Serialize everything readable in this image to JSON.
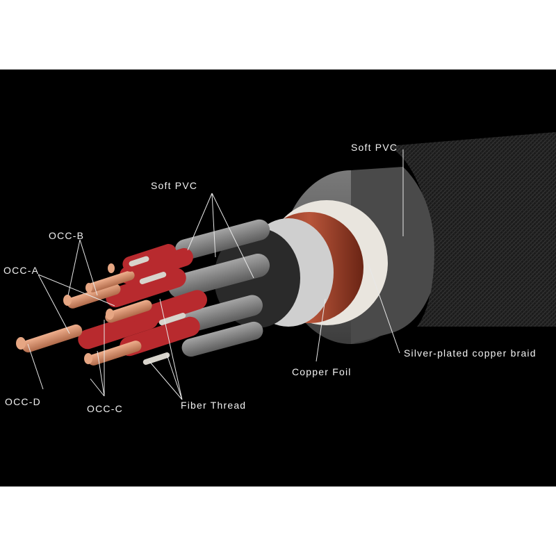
{
  "labels": {
    "outer_jacket": "Soft PVC",
    "inner_jackets": "Soft PVC",
    "braid": "Silver-plated copper braid",
    "foil": "Copper Foil",
    "fiber": "Fiber Thread",
    "occ_a": "OCC-A",
    "occ_b": "OCC-B",
    "occ_c": "OCC-C",
    "occ_d": "OCC-D"
  },
  "colors": {
    "background": "#000000",
    "margin": "#ffffff",
    "outer_jacket": "#5a5a5a",
    "braid": "#eae6df",
    "foil": "#9a3b25",
    "inner_jacket": "#8a8a8a",
    "insulation": "#b82a2e",
    "copper": "#d7906c",
    "label_text": "#f2f2f2"
  }
}
